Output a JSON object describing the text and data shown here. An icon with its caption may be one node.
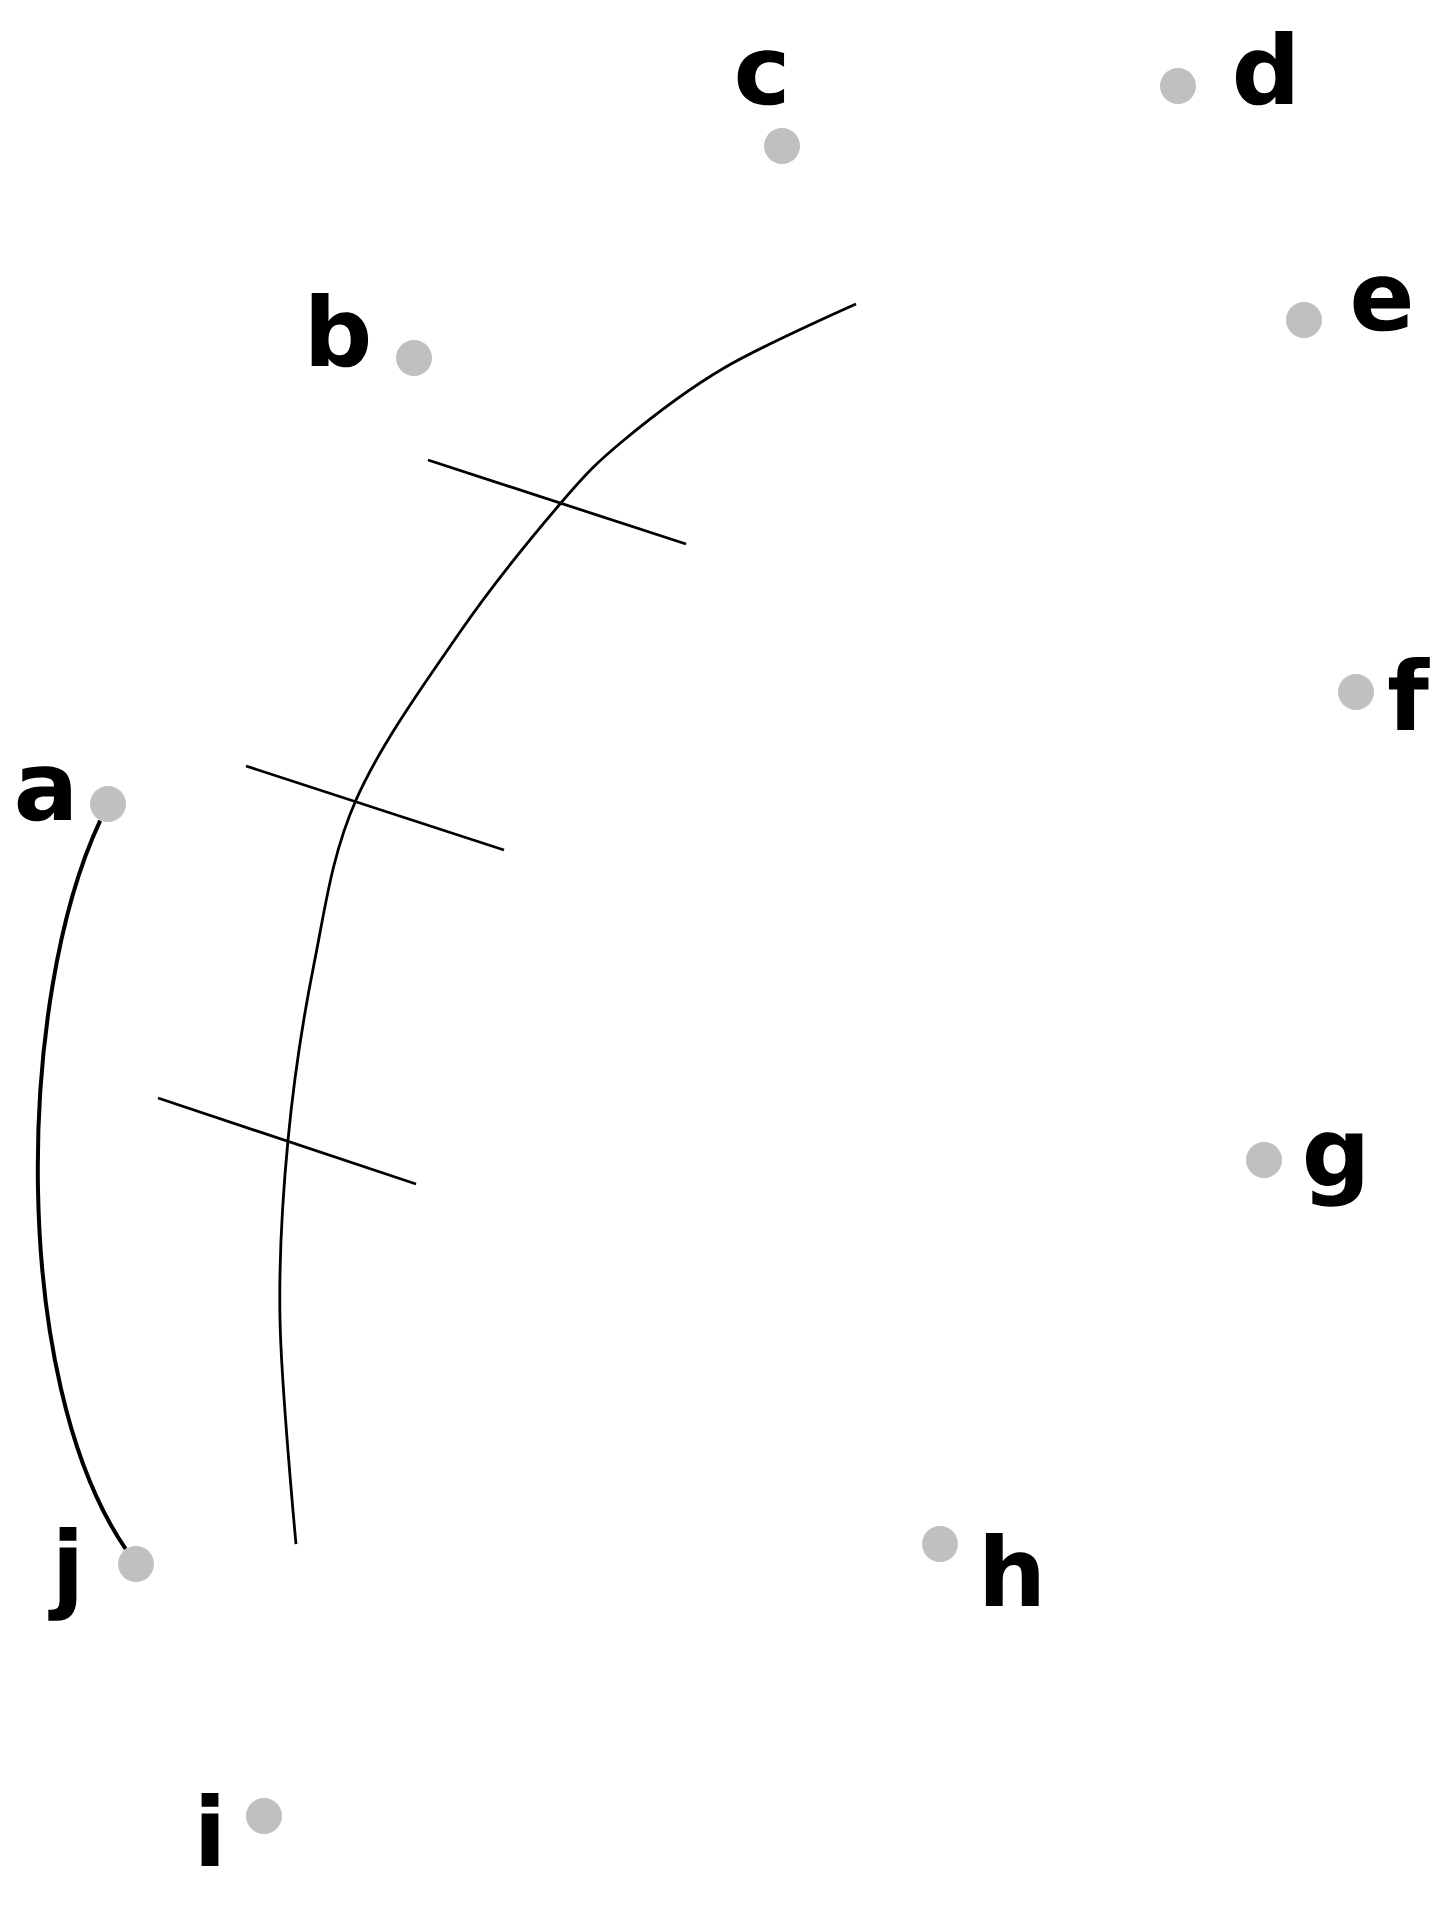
{
  "diagram": {
    "nodes": [
      {
        "text": [],
        "shape": "circle",
        "beside": [
          "a"
        ]
      },
      {
        "text": [],
        "shape": "circle",
        "beside": [
          "b"
        ]
      },
      {
        "text": [],
        "shape": "circle",
        "beside": [
          "c"
        ]
      },
      {
        "text": [],
        "shape": "circle",
        "beside": [
          "d"
        ]
      },
      {
        "text": [],
        "shape": "circle",
        "beside": [
          "e"
        ]
      },
      {
        "text": [],
        "shape": "circle",
        "beside": [
          "f"
        ]
      },
      {
        "text": [],
        "shape": "circle",
        "beside": [
          "g"
        ]
      },
      {
        "text": [],
        "shape": "circle",
        "beside": [
          "h"
        ]
      },
      {
        "text": [],
        "shape": "circle",
        "beside": [
          "i"
        ]
      },
      {
        "text": [],
        "shape": "circle",
        "beside": [
          "j"
        ]
      }
    ],
    "edges": [
      {
        "from": 0,
        "to": 9,
        "arrow": "none"
      }
    ]
  }
}
